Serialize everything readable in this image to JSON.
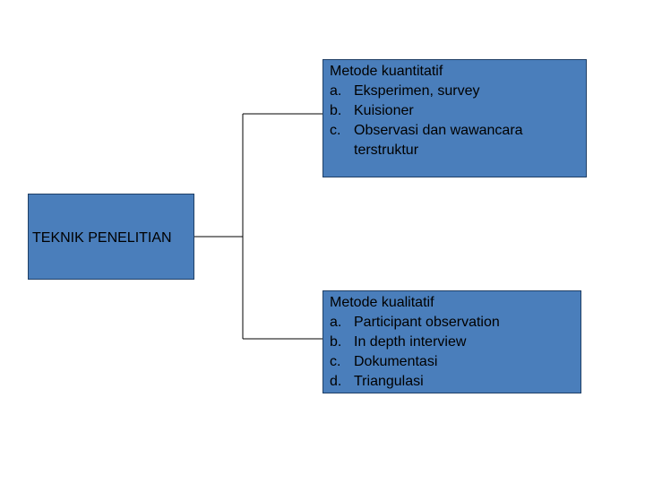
{
  "root": {
    "label": "TEKNIK PENELITIAN"
  },
  "quantitative": {
    "heading": "Metode kuantitatif",
    "items": [
      {
        "marker": "a.",
        "text": "Eksperimen, survey"
      },
      {
        "marker": "b.",
        "text": "Kuisioner"
      },
      {
        "marker": "c.",
        "text": "Observasi dan wawancara terstruktur"
      }
    ]
  },
  "qualitative": {
    "heading": "Metode kualitatif",
    "items": [
      {
        "marker": "a.",
        "text": "Participant observation"
      },
      {
        "marker": "b.",
        "text": "In depth interview"
      },
      {
        "marker": "c.",
        "text": "Dokumentasi"
      },
      {
        "marker": "d.",
        "text": "Triangulasi"
      }
    ]
  },
  "colors": {
    "box_fill": "#4a7ebb",
    "box_border": "#1f3f66",
    "connector": "#000000"
  }
}
